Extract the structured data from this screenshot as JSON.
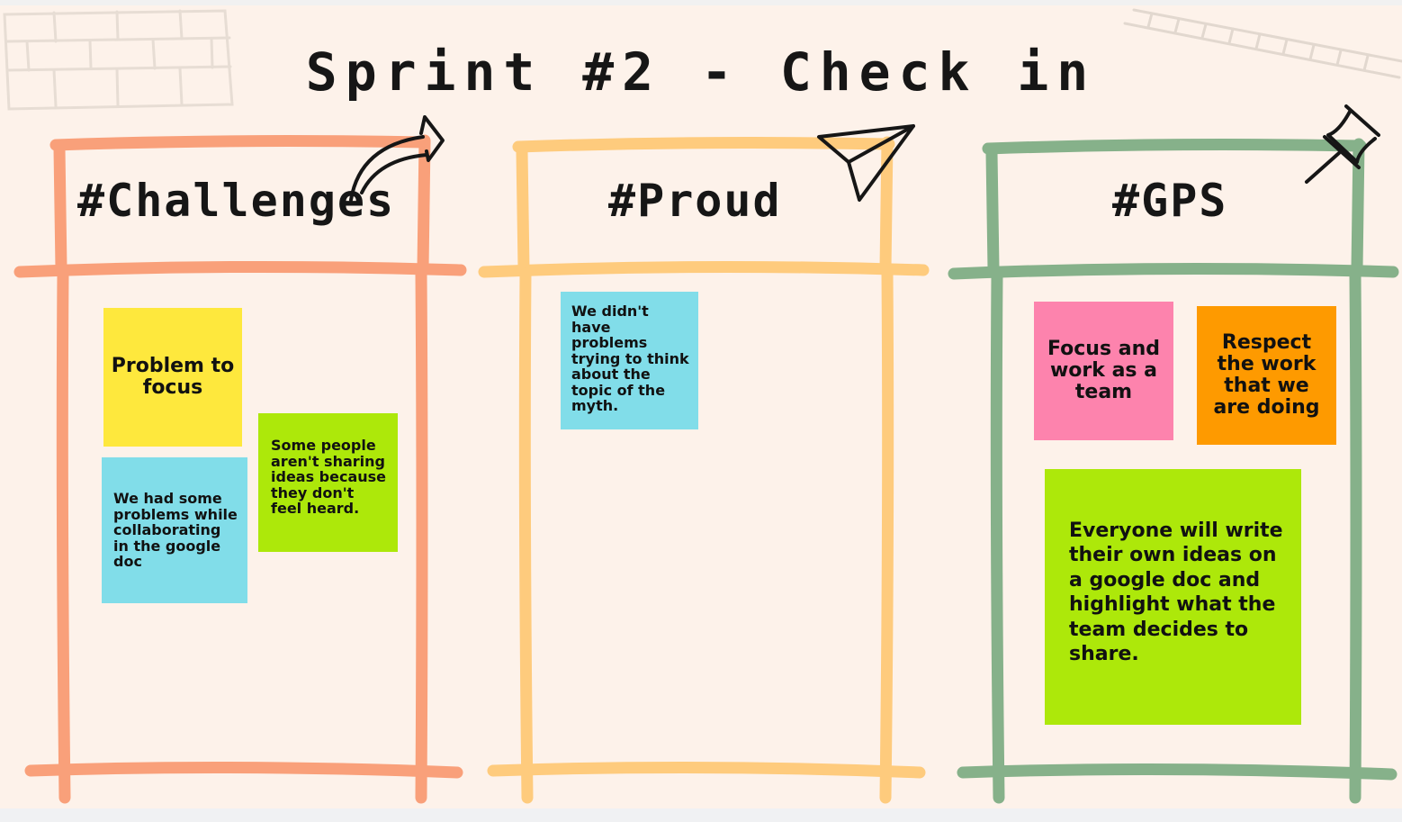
{
  "title": "Sprint #2 - Check in",
  "colors": {
    "background": "#fdf2ea",
    "challenges_frame": "#f9a07a",
    "proud_frame": "#fecb7d",
    "gps_frame": "#86b18a",
    "note_yellow": "#fee83d",
    "note_cyan": "#81dde9",
    "note_lime": "#ade80a",
    "note_pink": "#fd83ad",
    "note_orange": "#fe9a00"
  },
  "columns": [
    {
      "heading": "#Challenges",
      "notes": [
        {
          "text": "Problem to focus",
          "color": "yellow"
        },
        {
          "text": "Some people aren't sharing ideas because they don't feel heard.",
          "color": "lime"
        },
        {
          "text": "We had some problems while collaborating in the google doc",
          "color": "cyan"
        }
      ]
    },
    {
      "heading": "#Proud",
      "notes": [
        {
          "text": "We didn't have problems trying to think about the topic of the myth.",
          "color": "cyan"
        }
      ]
    },
    {
      "heading": "#GPS",
      "notes": [
        {
          "text": "Focus and work as a team",
          "color": "pink"
        },
        {
          "text": "Respect the work that we are doing",
          "color": "orange"
        },
        {
          "text": "Everyone will write their own ideas on a google doc and highlight what the team decides to share.",
          "color": "lime"
        }
      ]
    }
  ],
  "decorations": [
    "curved-arrow-icon",
    "paper-plane-icon",
    "push-pin-icon",
    "brick-wall-sketch",
    "ruler-sketch"
  ]
}
